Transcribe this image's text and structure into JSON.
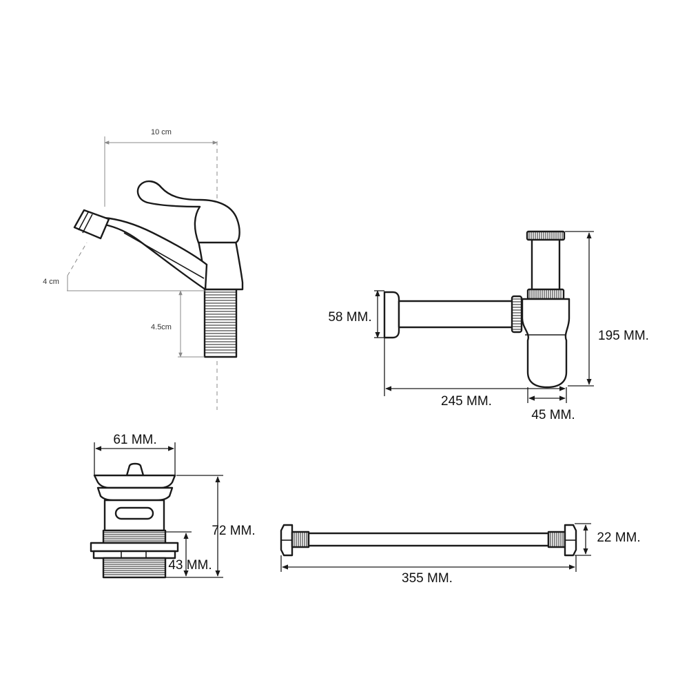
{
  "faucet": {
    "width_label": "10 cm",
    "spout_height_label": "4 cm",
    "thread_length_label": "4.5cm"
  },
  "bottle_trap": {
    "pipe_diameter_label": "58 MM.",
    "height_label": "195 MM.",
    "length_label": "245 MM.",
    "body_diameter_label": "45 MM."
  },
  "pop_up_waste": {
    "top_diameter_label": "61 MM.",
    "total_height_label": "72 MM.",
    "thread_height_label": "43 MM."
  },
  "flex_hose": {
    "nut_size_label": "22 MM.",
    "length_label": "355 MM."
  },
  "colors": {
    "line": "#1a1a1a",
    "dimension_gray": "#8a8a8a",
    "background": "#ffffff"
  }
}
